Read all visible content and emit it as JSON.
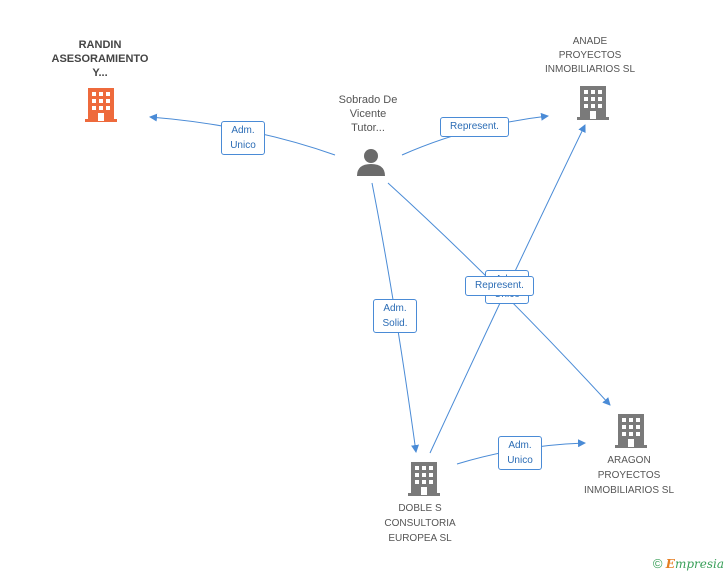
{
  "nodes": {
    "randin": {
      "lines": [
        "RANDIN",
        "ASESORAMIENTO",
        "Y..."
      ],
      "color": "#ee6a3c"
    },
    "sobrado": {
      "lines": [
        "Sobrado De",
        "Vicente",
        "Tutor..."
      ]
    },
    "anade": {
      "lines": [
        "ANADE",
        "PROYECTOS",
        "INMOBILIARIOS SL"
      ]
    },
    "aragon": {
      "lines": [
        "ARAGON",
        "PROYECTOS",
        "INMOBILIARIOS SL"
      ]
    },
    "doble": {
      "lines": [
        "DOBLE S",
        "CONSULTORIA",
        "EUROPEA SL"
      ]
    }
  },
  "edges": {
    "to_randin": [
      "Adm.",
      "Unico"
    ],
    "to_anade": [
      "Represent."
    ],
    "to_doble": [
      "Adm.",
      "Solid."
    ],
    "to_aragon_back": [
      "Adm.",
      "Unico"
    ],
    "to_aragon_front": [
      "Represent."
    ],
    "doble_to_aragon": [
      "Adm.",
      "Unico"
    ]
  },
  "colors": {
    "edge": "#4a8bd6",
    "building": "#7a7a7a",
    "person": "#6b6b6b",
    "highlight": "#ee6a3c"
  },
  "footer": {
    "copyright": "©",
    "brand_first": "E",
    "brand_rest": "mpresia"
  }
}
